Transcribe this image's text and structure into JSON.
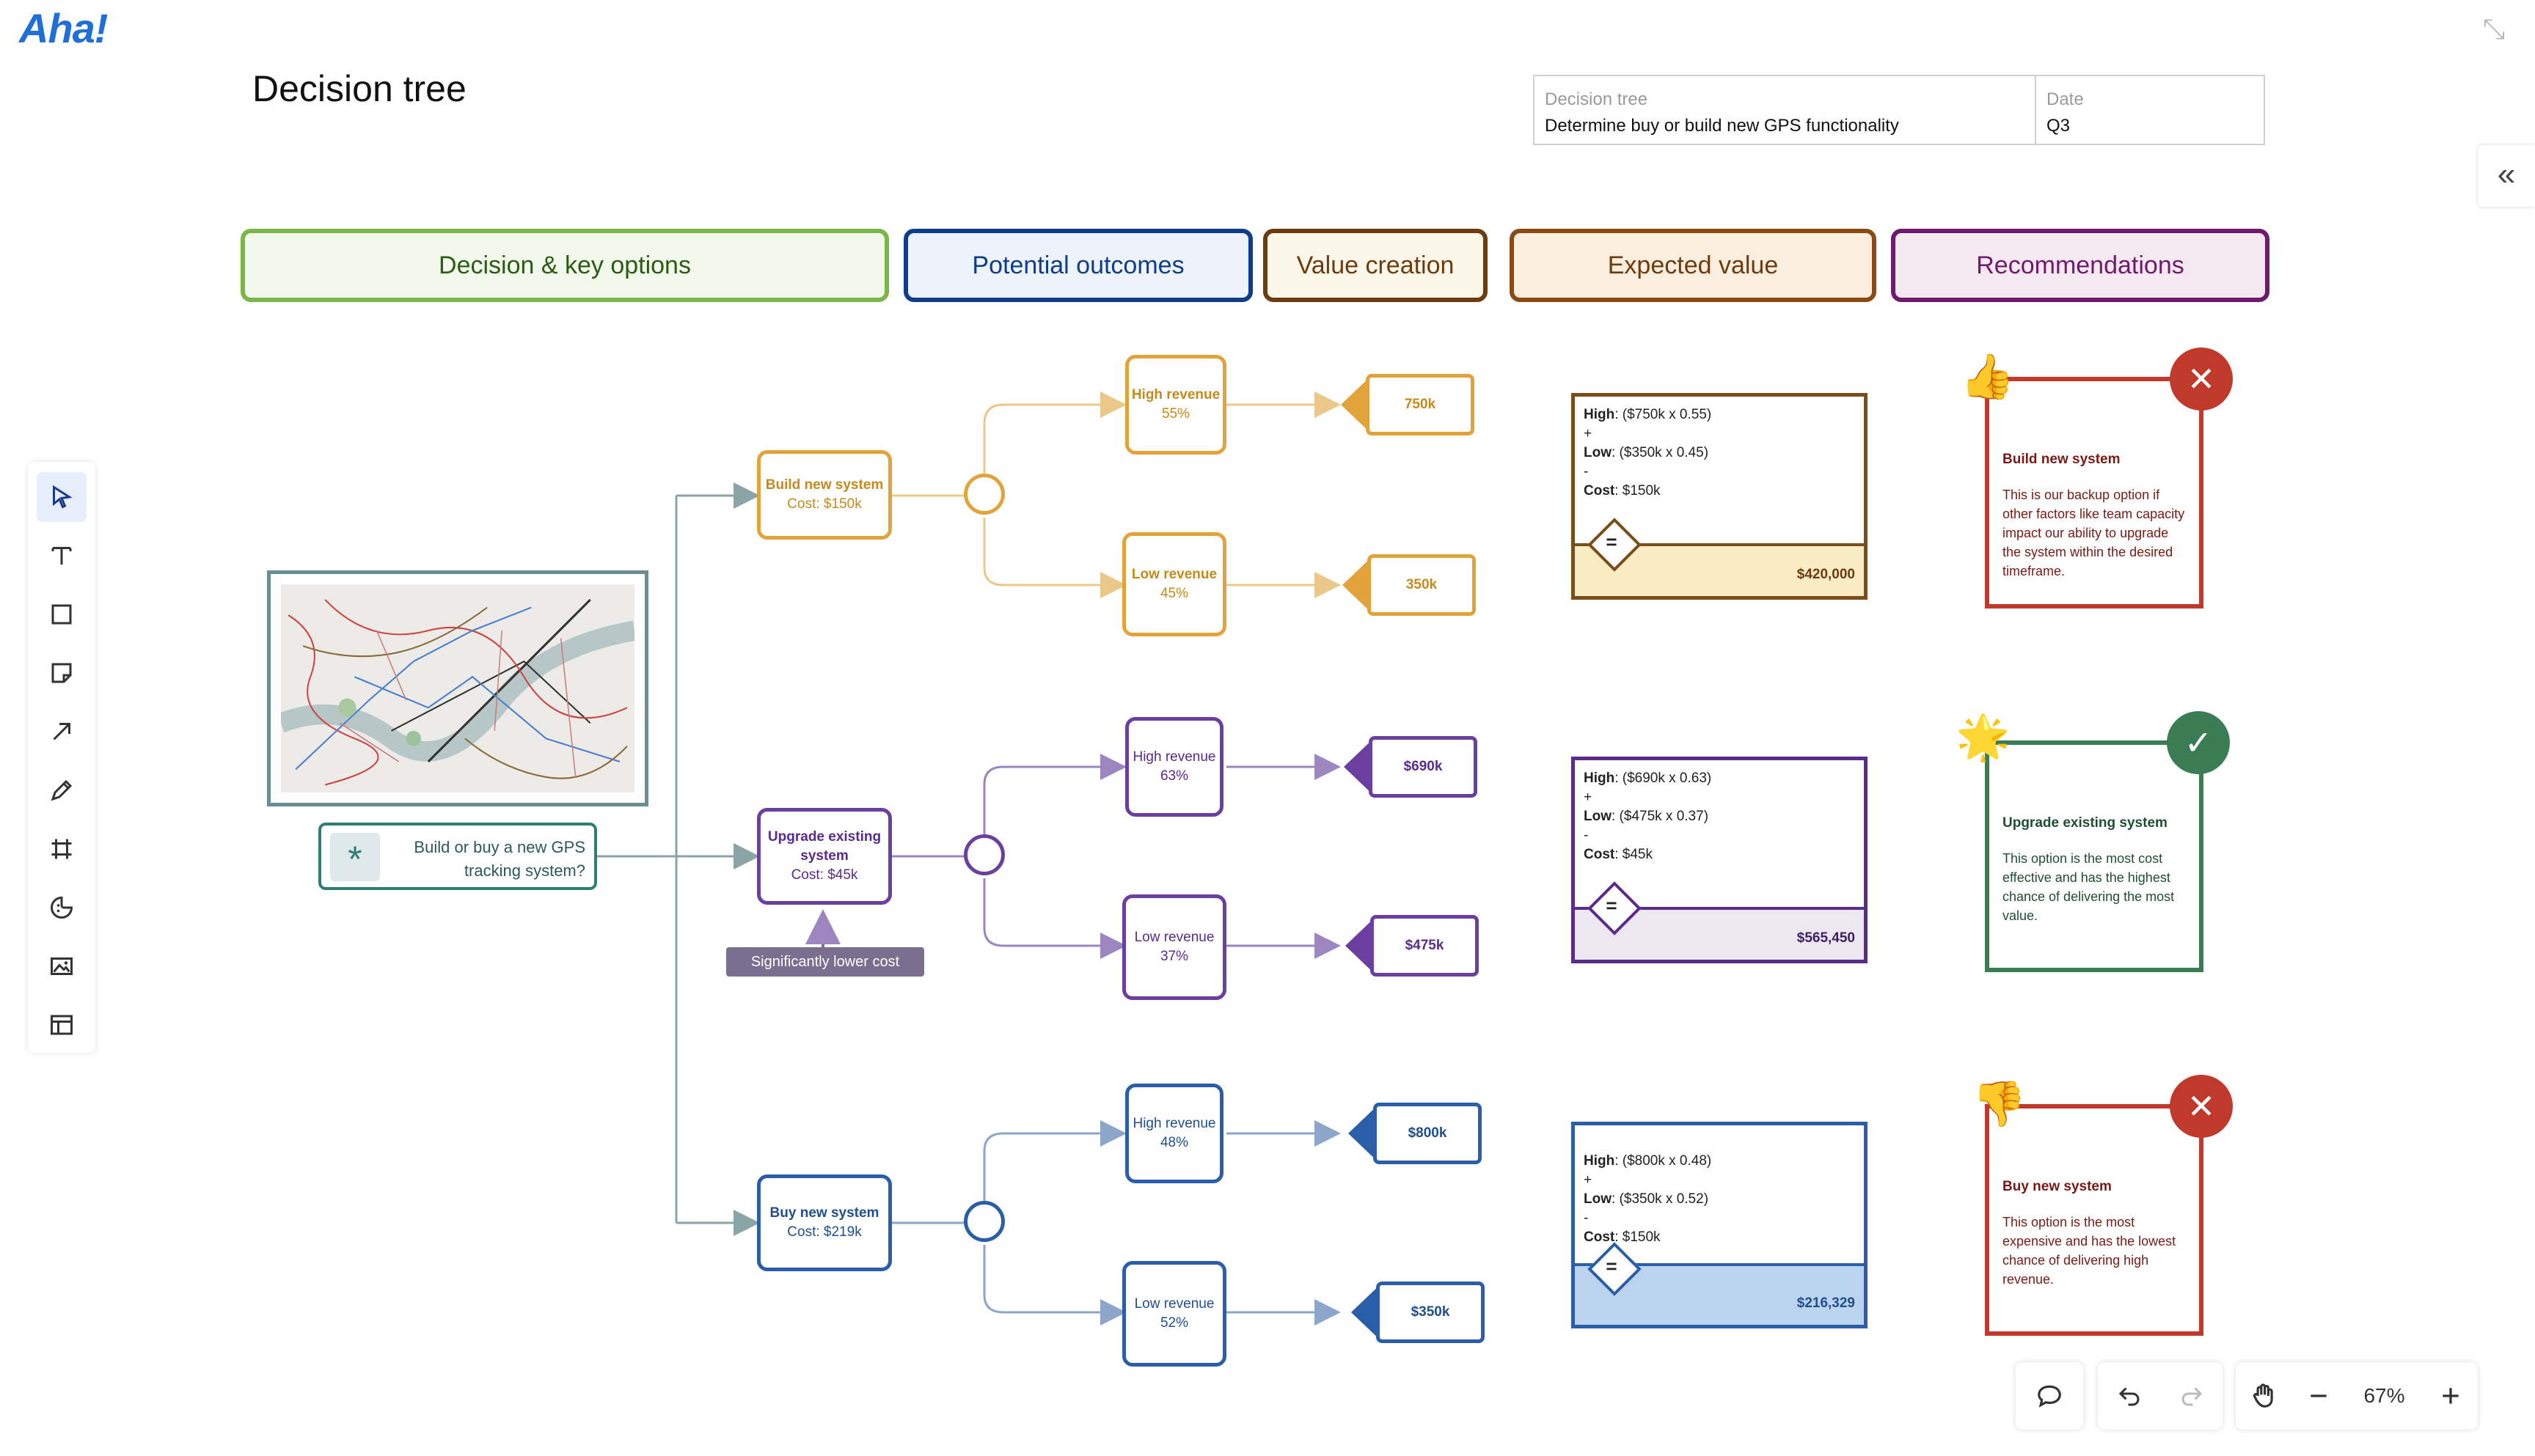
{
  "app": {
    "logo": "Aha!"
  },
  "page": {
    "title": "Decision tree"
  },
  "meta": {
    "decision_label": "Decision tree",
    "decision_value": "Determine buy or build new GPS functionality",
    "date_label": "Date",
    "date_value": "Q3"
  },
  "columns": [
    {
      "label": "Decision & key options",
      "border": "#7ab648",
      "bg": "#f2f8ec",
      "color": "#2b5c12"
    },
    {
      "label": "Potential outcomes",
      "border": "#0e3d8a",
      "bg": "#eef3fb",
      "color": "#0e3d8a"
    },
    {
      "label": "Value creation",
      "border": "#6d3b10",
      "bg": "#fdf7ea",
      "color": "#6d3b10"
    },
    {
      "label": "Expected value",
      "border": "#8a4a12",
      "bg": "#fbeede",
      "color": "#6d3b10"
    },
    {
      "label": "Recommendations",
      "border": "#6f1a6e",
      "bg": "#f4e9ee",
      "color": "#6f1a6e"
    }
  ],
  "question": "Build or buy a new GPS tracking system?",
  "tooltip": "Significantly lower cost",
  "options": [
    {
      "name": "Build new system",
      "cost": "Cost: $150k",
      "color": "#e2a43a",
      "text": "#c68a1c",
      "outcomes": [
        {
          "label": "High revenue",
          "pct": "55%",
          "value": "750k"
        },
        {
          "label": "Low revenue",
          "pct": "45%",
          "value": "350k"
        }
      ],
      "ev": {
        "high": "High",
        "high_rest": ": ($750k x 0.55)",
        "plus": "+",
        "low": "Low",
        "low_rest": ": ($350k x 0.45)",
        "minus": "-",
        "cost": "Cost",
        "cost_rest": ": $150k",
        "total": "$420,000",
        "border": "#7a4d1a",
        "band": "#f8ecc4",
        "total_color": "#6d3b10"
      },
      "rec": {
        "title": "Build new system",
        "body": "This is our backup option if other factors like team capacity impact our ability to upgrade the system within the desired timeframe.",
        "border": "#c0392b",
        "badge": "#c0392b",
        "badge_icon": "✕",
        "emoji": "👍",
        "text_color": "#7a1a14"
      }
    },
    {
      "name": "Upgrade existing system",
      "cost": "Cost: $45k",
      "color": "#6a3fa0",
      "text": "#5b2b8c",
      "outcomes": [
        {
          "label": "High revenue",
          "pct": "63%",
          "value": "$690k"
        },
        {
          "label": "Low revenue",
          "pct": "37%",
          "value": "$475k"
        }
      ],
      "ev": {
        "high": "High",
        "high_rest": ": ($690k x 0.63)",
        "plus": "+",
        "low": "Low",
        "low_rest": ": ($475k x 0.37)",
        "minus": "-",
        "cost": "Cost",
        "cost_rest": ": $45k",
        "total": "$565,450",
        "border": "#5b2b8c",
        "band": "#ece7f1",
        "total_color": "#3e1f66"
      },
      "rec": {
        "title": "Upgrade existing system",
        "body": "This option is the most cost effective and has the highest chance of delivering the most value.",
        "border": "#3a7d55",
        "badge": "#3a7d55",
        "badge_icon": "✓",
        "emoji": "🌟",
        "text_color": "#1f4f34"
      }
    },
    {
      "name": "Buy new system",
      "cost": "Cost: $219k",
      "color": "#2a5ea8",
      "text": "#1f4f8c",
      "outcomes": [
        {
          "label": "High revenue",
          "pct": "48%",
          "value": "$800k"
        },
        {
          "label": "Low revenue",
          "pct": "52%",
          "value": "$350k"
        }
      ],
      "ev": {
        "high": "High",
        "high_rest": ": ($800k x 0.48)",
        "plus": "+",
        "low": "Low",
        "low_rest": ": ($350k x 0.52)",
        "minus": "-",
        "cost": "Cost",
        "cost_rest": ": $150k",
        "total": "$216,329",
        "border": "#2a5ea8",
        "band": "#bcd3ef",
        "total_color": "#1f4f8c"
      },
      "rec": {
        "title": "Buy new system",
        "body": "This option is the most expensive and has the lowest chance of delivering high revenue.",
        "border": "#c0392b",
        "badge": "#c0392b",
        "badge_icon": "✕",
        "emoji": "👎",
        "text_color": "#7a1a14"
      }
    }
  ],
  "controls": {
    "zoom": "67%",
    "tools": [
      "select-icon",
      "text-icon",
      "rectangle-icon",
      "sticky-note-icon",
      "arrow-icon",
      "pen-icon",
      "frame-icon",
      "sticker-icon",
      "image-icon",
      "template-icon"
    ]
  }
}
